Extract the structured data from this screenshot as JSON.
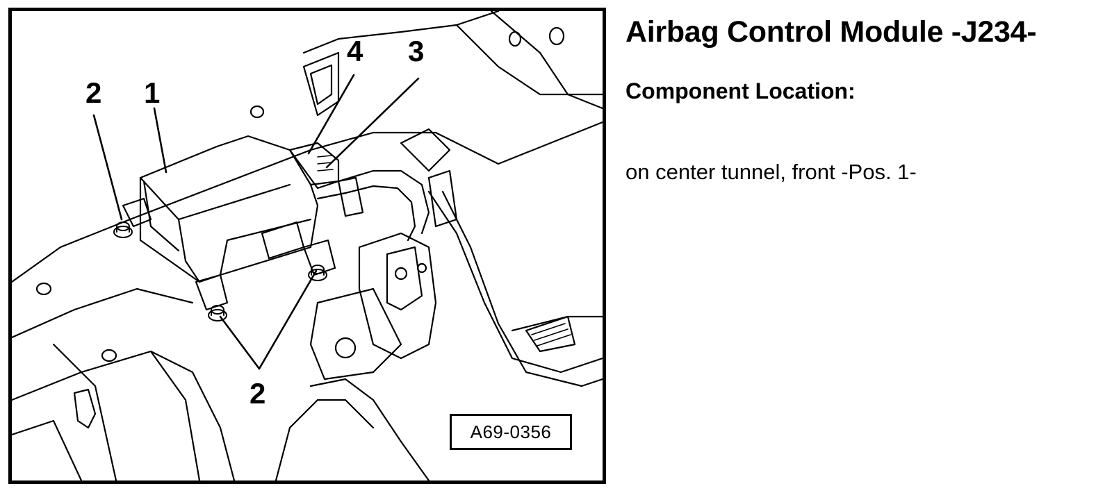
{
  "title": "Airbag Control Module -J234-",
  "subtitle": "Component Location:",
  "location_text": "on center tunnel, front -Pos. 1-",
  "figure": {
    "reference_code": "A69-0356",
    "callouts": {
      "module": "1",
      "bolts_rear": "2",
      "bolts_front": "2",
      "connector": "3",
      "harness": "4"
    }
  },
  "colors": {
    "ink": "#000000",
    "paper": "#ffffff"
  }
}
